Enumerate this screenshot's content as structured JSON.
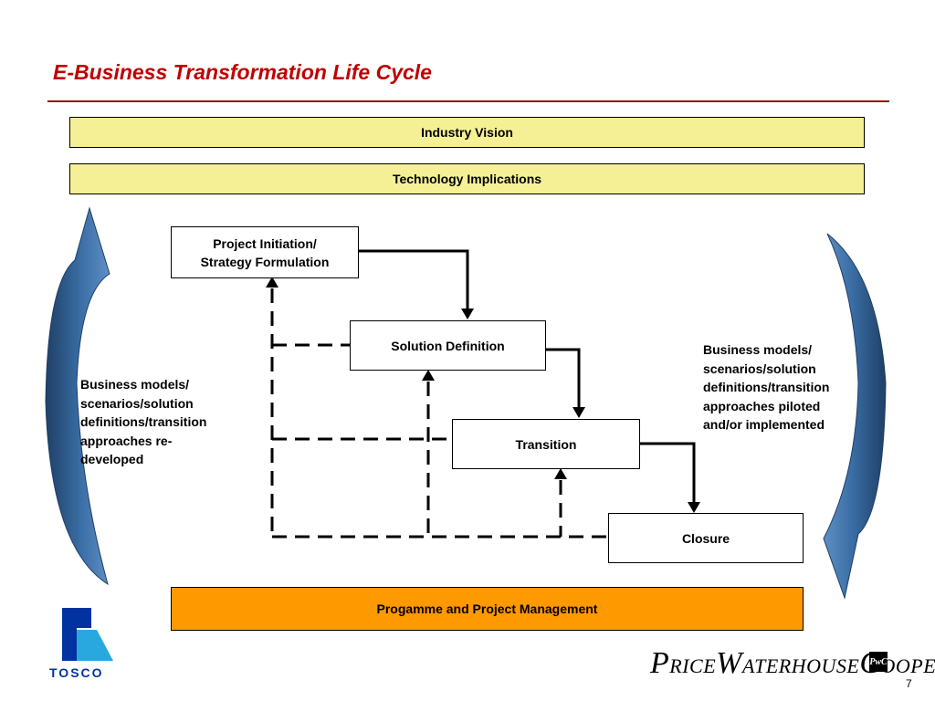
{
  "title": "E-Business Transformation Life Cycle",
  "bands": {
    "industry_vision": "Industry Vision",
    "technology_implications": "Technology Implications"
  },
  "stages": {
    "initiation": [
      "Project Initiation/",
      "Strategy Formulation"
    ],
    "solution": "Solution Definition",
    "transition": "Transition",
    "closure": "Closure"
  },
  "notes": {
    "left": [
      "Business models/",
      "scenarios/solution",
      "definitions/transition",
      "approaches re-",
      "developed"
    ],
    "right": [
      "Business models/",
      "scenarios/solution",
      "definitions/transition",
      "approaches piloted",
      "and/or implemented"
    ]
  },
  "programme_management": "Progamme and Project Management",
  "logos": {
    "tosco": "TOSCO",
    "pwc": "PRICEWATERHOUSECOOPERS",
    "pwc_mark": "PwC"
  },
  "page_number": "7",
  "colors": {
    "title": "#c00000",
    "band_fill": "#f5f095",
    "pm_fill": "#ff9900",
    "arrow_blue": "#3a6ea5",
    "arrow_dark": "#1f3f66"
  }
}
